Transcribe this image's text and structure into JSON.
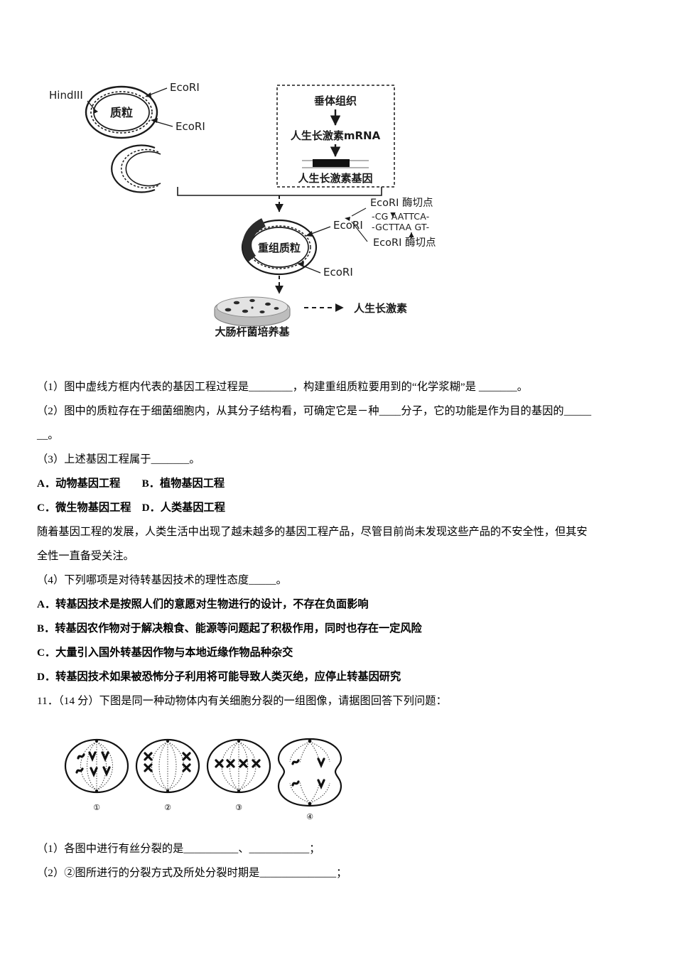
{
  "figure1": {
    "name": "gene-engineering-diagram",
    "labels": {
      "hindiii": "HindIII",
      "ecori": "EcoRI",
      "plasmid": "质粒",
      "recombinant_plasmid": "重组质粒",
      "pituitary_tissue": "垂体组织",
      "hgh_mrna": "人生长激素mRNA",
      "hgh_gene": "人生长激素基因",
      "ecori_site": "EcoRI 酶切点",
      "seq_top": "-CG AATTCA-",
      "seq_bottom": "-GCTTAA GT-",
      "ecoli_medium": "大肠杆菌培养基",
      "hgh_product": "人生长激素"
    }
  },
  "question10": {
    "q1": "（1）图中虚线方框内代表的基因工程过程是________，构建重组质粒要用到的“化学浆糊”是 _______。",
    "q2": "（2）图中的质粒存在于细菌细胞内，从其分子结构看，可确定它是－种____分子，它的功能是作为目的基因的_____",
    "q2_cont": "__。",
    "q3": "（3）上述基因工程属于_______。",
    "q3_options_line1": "A．动物基因工程　　B．植物基因工程",
    "q3_options_line2": "C．微生物基因工程　D．人类基因工程",
    "para_line1": "随着基因工程的发展，人类生活中出现了越未越多的基因工程产品，尽管目前尚未发现这些产品的不安全性，但其安",
    "para_line2": "全性一直备受关注。",
    "q4": "（4）下列哪项是对待转基因技术的理性态度_____。",
    "q4_options": [
      "A．转基因技术是按照人们的意愿对生物进行的设计，不存在负面影响",
      "B．转基因农作物对于解决粮食、能源等问题起了积极作用，同时也存在一定风险",
      "C．大量引入国外转基因作物与本地近缘作物品种杂交",
      "D．转基因技术如果被恐怖分子利用将可能导致人类灭绝，应停止转基因研究"
    ]
  },
  "question11": {
    "stem": "11．（14 分）下图是同一种动物体内有关细胞分裂的一组图像，请据图回答下列问题：",
    "cell_labels": [
      "①",
      "②",
      "③",
      "④"
    ],
    "q1": "（1）各图中进行有丝分裂的是__________、___________；",
    "q2": "（2）②图所进行的分裂方式及所处分裂时期是______________；"
  },
  "colors": {
    "ink": "#000000",
    "diagram_stroke": "#1a1a1a",
    "dish_fill": "#d9d9d9",
    "dish_rim": "#b5b5b5"
  }
}
